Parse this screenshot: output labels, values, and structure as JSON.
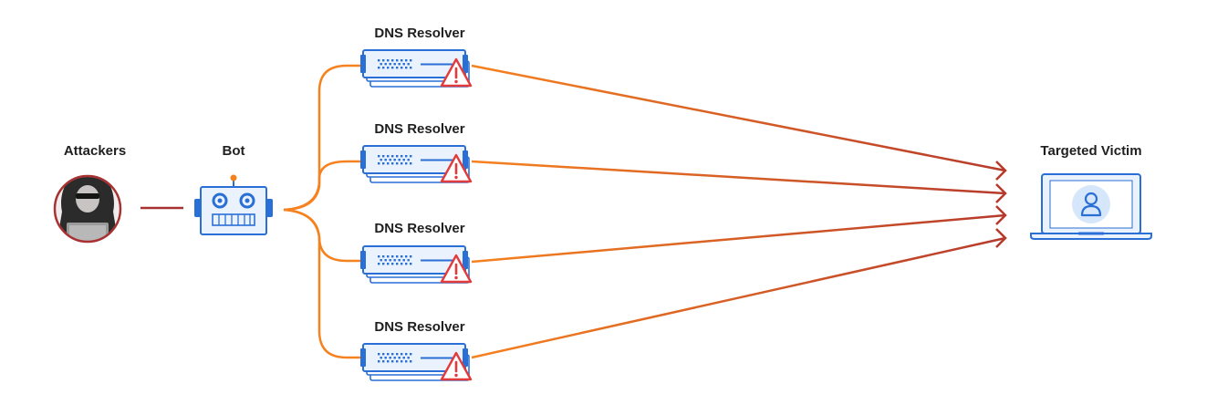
{
  "labels": {
    "attackers": "Attackers",
    "bot": "Bot",
    "victim": "Targeted Victim",
    "resolvers": [
      "DNS Resolver",
      "DNS Resolver",
      "DNS Resolver",
      "DNS Resolver"
    ]
  },
  "colors": {
    "orange_line": "#f6821f",
    "arrow_red": "#b63a2b",
    "blue": "#2a6fd6",
    "light_blue": "#eaf2fd",
    "attacker_ring": "#a83232",
    "warning_red": "#e23b3b"
  },
  "icons": {
    "attackers": "hooded-hacker-icon",
    "bot": "robot-icon",
    "resolver": "server-icon",
    "warning": "warning-triangle-icon",
    "victim": "laptop-user-icon"
  }
}
